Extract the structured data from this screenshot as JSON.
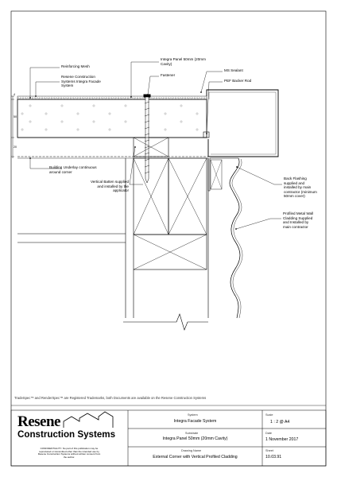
{
  "callouts": {
    "reinforcing_mesh": "Reinforcing Mesh",
    "system": "Resene Construction\nSystems Integra Facade\nSystem",
    "integra_panel": "Integra Panel 50mm (20mm\nCavity)",
    "ms_sealant": "MS Sealant",
    "fastener": "Fastener",
    "pef_backer_rod": "PEF Backer Rod",
    "building_underlay": "Building Underlay continuous\naround corner",
    "vertical_batten": "Vertical Batten supplied\nand installed by the\napplicator",
    "back_flashing": "Back Flashing\nsupplied and\ninstalled by main\ncontractor (minimum\n50mm cover)",
    "profiled_wall": "Profiled Metal Wall\nCladding Supplied\nand Installed by\nmain contractor"
  },
  "dimensions": {
    "d1": "4",
    "d2": "50",
    "d3": "20"
  },
  "trademark_note": "TradeSpec™ and RenderSpec™ are Registered Trademarks, both Documents are available on the Resene Construction Systems",
  "title_block": {
    "logo_text": "Resene",
    "company_name": "Construction Systems",
    "confidentiality": "CONFIDENTIALITY: No part of this publication may be\nreproduced or transmitted other than the intended use by\nResene Construction Systems without written consent from\nthe author.",
    "system_label": "System",
    "system_value": "Integra Facade System",
    "substrate_label": "Substrate",
    "substrate_value": "Integra Panel 50mm (20mm Cavity)",
    "drawing_name_label": "Drawing Name",
    "drawing_name_value": "External Corner with Vertical Profiled Cladding",
    "scale_label": "Scale",
    "scale_value": "1 : 2 @ A4",
    "date_label": "Date",
    "date_value": "1 November 2017",
    "sheet_label": "Sheet",
    "sheet_value": "10.03.91"
  }
}
